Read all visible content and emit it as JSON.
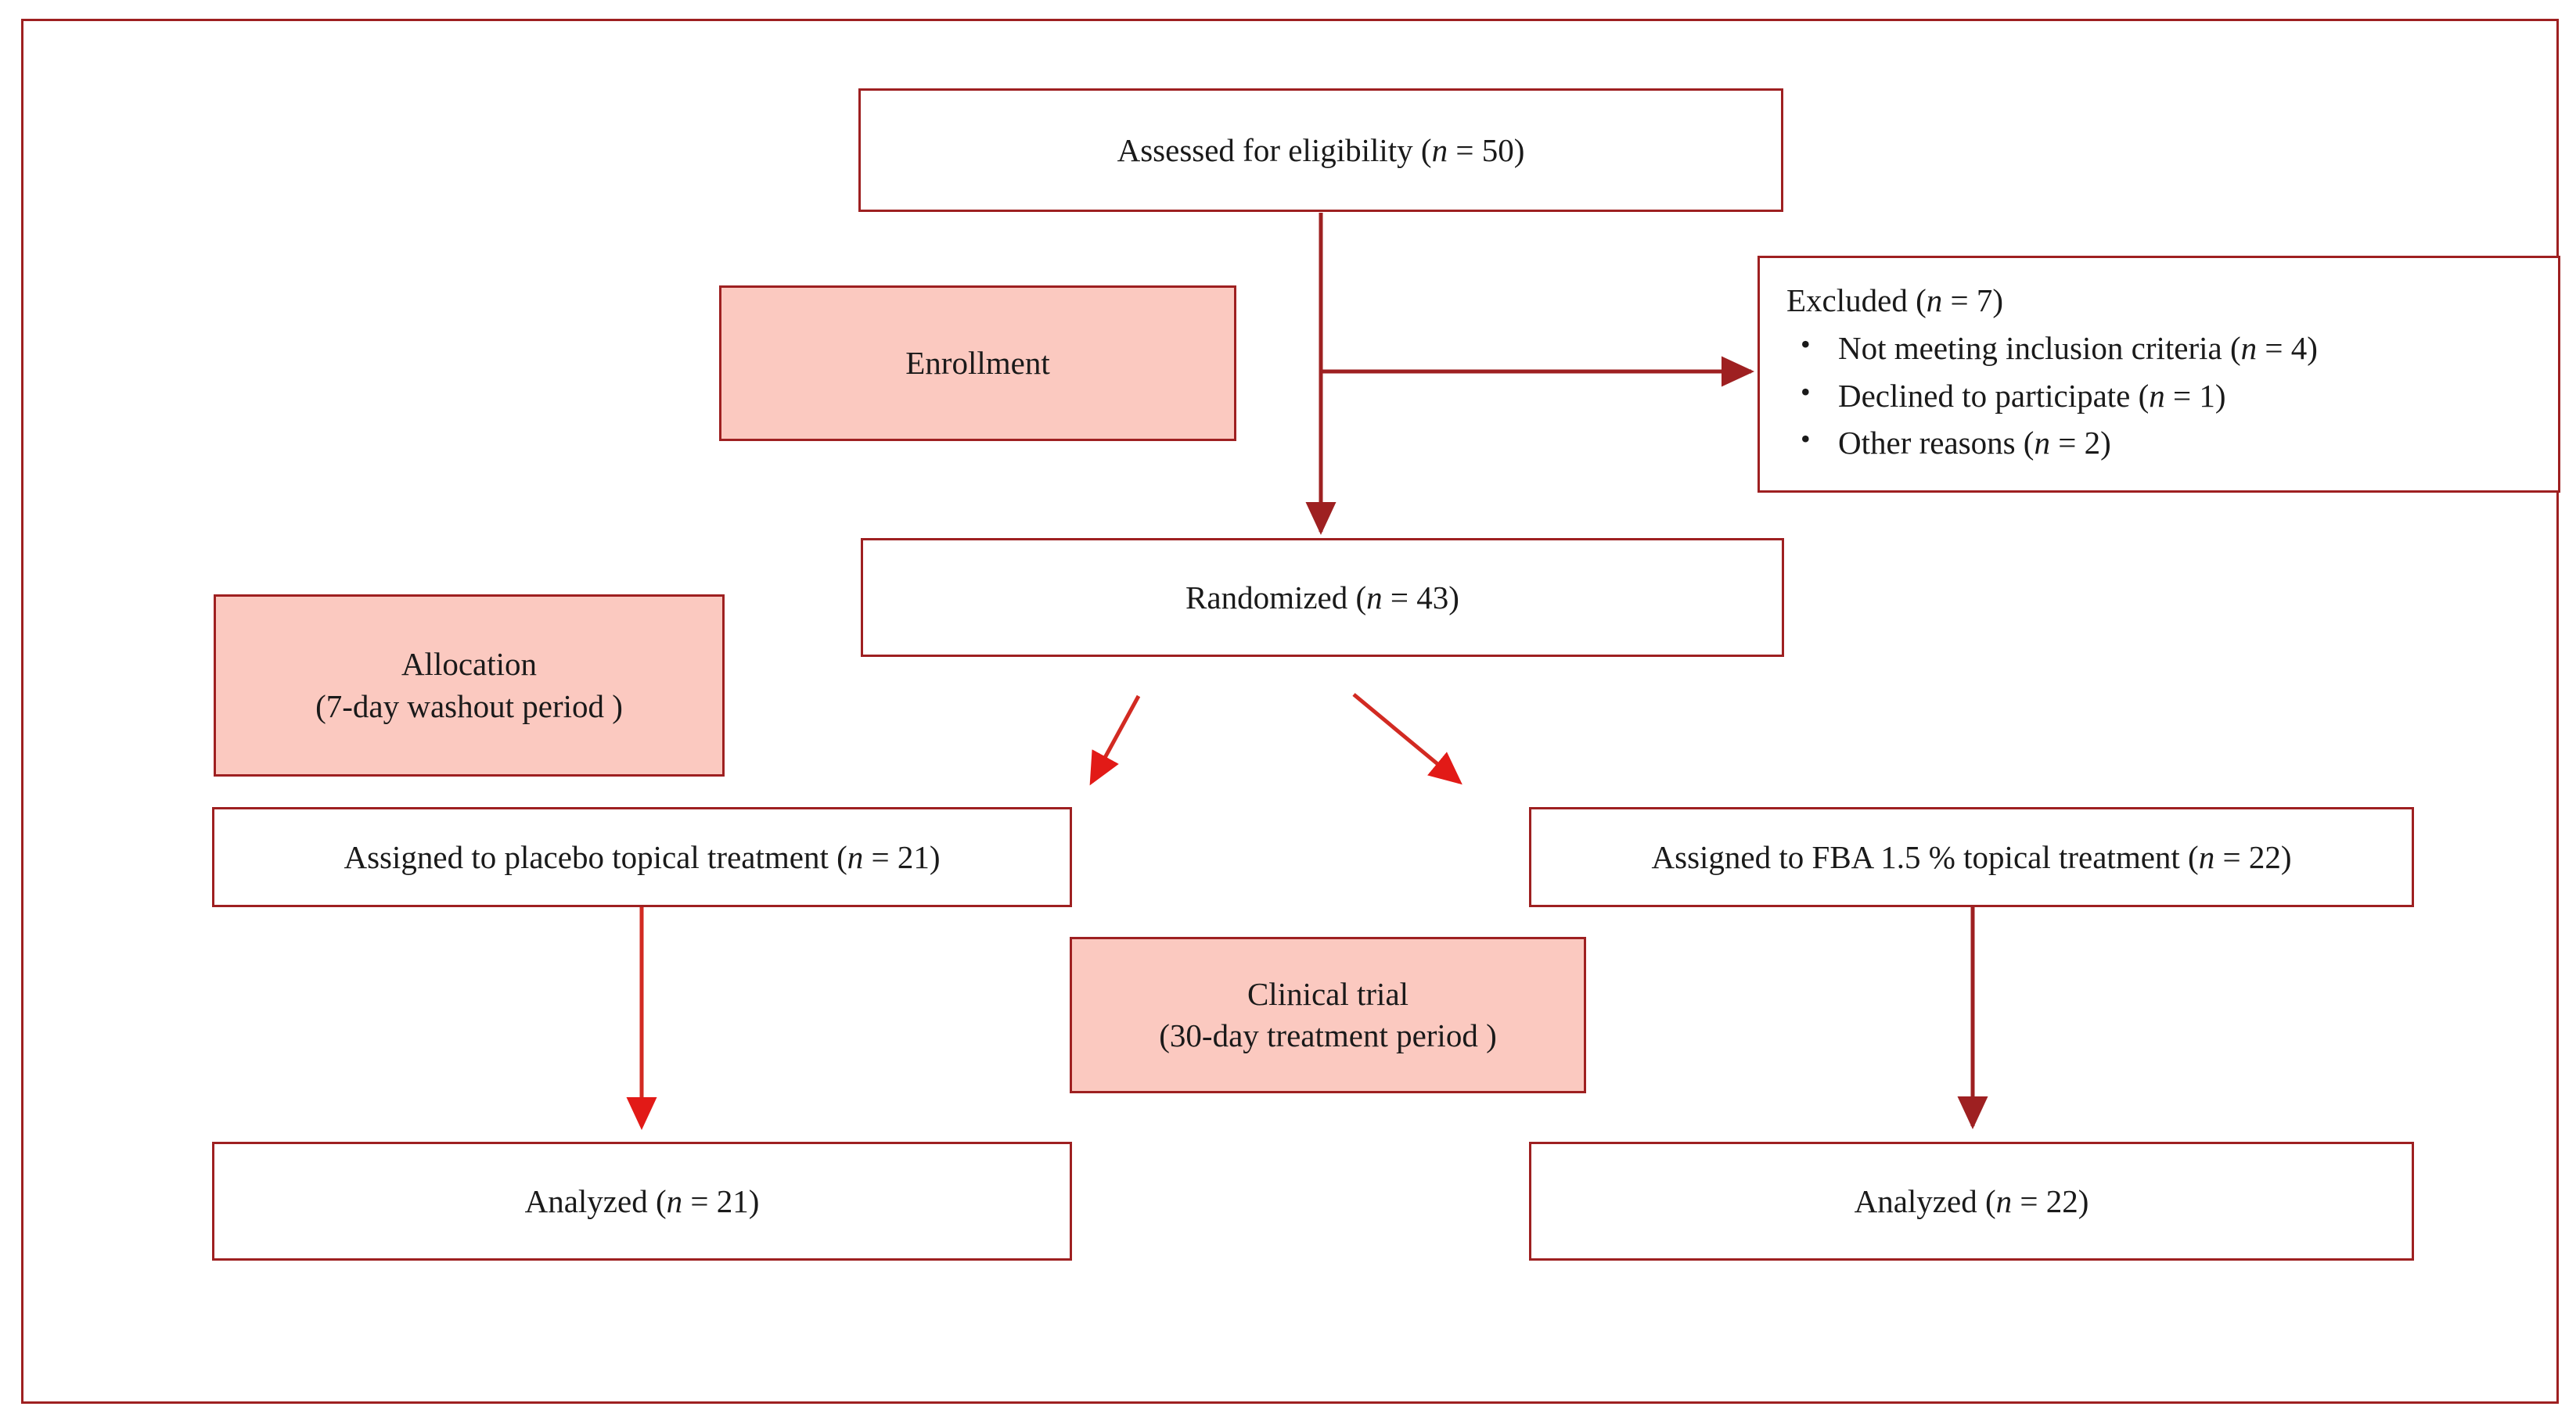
{
  "diagram": {
    "type": "consort-flow-diagram",
    "title": "CONSORT participant flow diagram",
    "colors": {
      "frame_border": "#9E2021",
      "box_border": "#9E2021",
      "stage_fill": "#FBC9C0",
      "box_fill": "#FFFFFF",
      "arrow_dark": "#9E2021",
      "arrow_bright": "#E21A17",
      "text": "#1A1A1A"
    },
    "nodes": {
      "assessed": {
        "label_prefix": "Assessed for eligibility (",
        "n_symbol": "n",
        "label_suffix": " = 50)"
      },
      "enrollment_stage": {
        "label": "Enrollment"
      },
      "excluded": {
        "title_prefix": "Excluded (",
        "title_n": "n",
        "title_suffix": " = 7)",
        "reasons": [
          {
            "bullet": "•",
            "text_prefix": "Not meeting inclusion criteria (",
            "n": "n",
            "text_suffix": " = 4)"
          },
          {
            "bullet": "•",
            "text_prefix": "Declined to participate (",
            "n": "n",
            "text_suffix": " = 1)"
          },
          {
            "bullet": "•",
            "text_prefix": "Other reasons (",
            "n": "n",
            "text_suffix": " = 2)"
          }
        ]
      },
      "randomized": {
        "label_prefix": "Randomized (",
        "n_symbol": "n",
        "label_suffix": " = 43)"
      },
      "allocation_stage": {
        "line1": "Allocation",
        "line2": "(7-day washout period )"
      },
      "assigned_placebo": {
        "label_prefix": "Assigned to placebo topical treatment (",
        "n_symbol": "n",
        "label_suffix": " = 21)"
      },
      "assigned_fba": {
        "label_prefix": "Assigned to FBA 1.5 % topical treatment (",
        "n_symbol": "n",
        "label_suffix": " = 22)"
      },
      "clinical_trial_stage": {
        "line1": "Clinical  trial",
        "line2": "(30-day treatment period )"
      },
      "analyzed_placebo": {
        "label_prefix": "Analyzed (",
        "n_symbol": "n",
        "label_suffix": " = 21)"
      },
      "analyzed_fba": {
        "label_prefix": "Analyzed (",
        "n_symbol": "n",
        "label_suffix": " = 22)"
      }
    },
    "flow_counts": {
      "assessed_for_eligibility": 50,
      "excluded_total": 7,
      "excluded_not_meeting_inclusion_criteria": 4,
      "excluded_declined_to_participate": 1,
      "excluded_other_reasons": 2,
      "randomized": 43,
      "assigned_placebo": 21,
      "assigned_fba": 22,
      "analyzed_placebo": 21,
      "analyzed_fba": 22
    }
  }
}
